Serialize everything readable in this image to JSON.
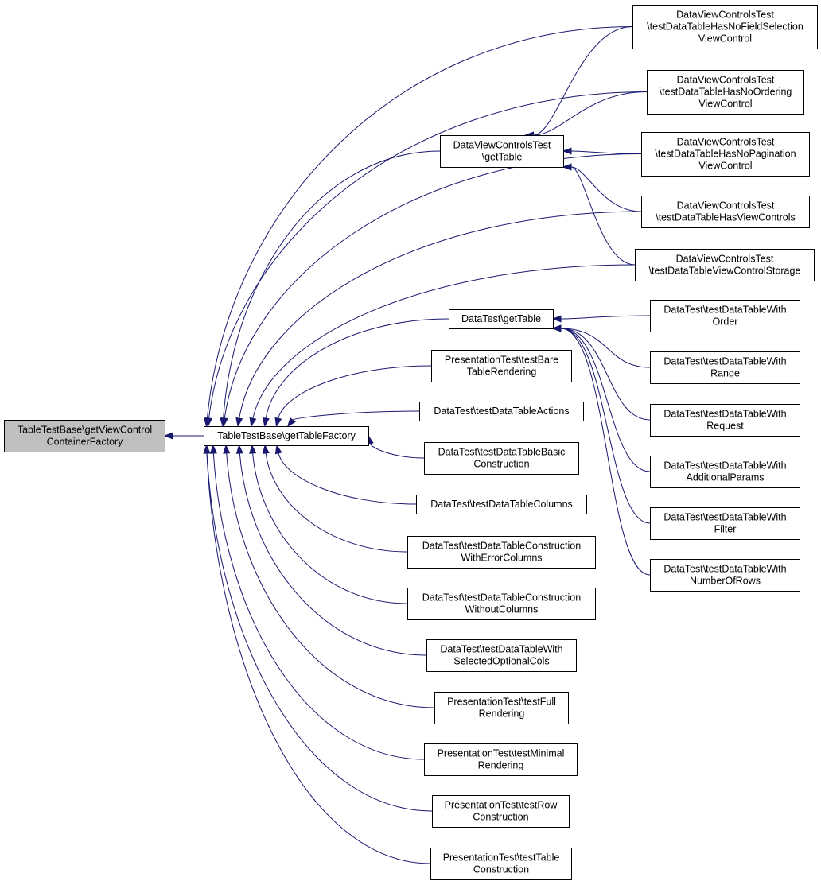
{
  "graph": {
    "root": {
      "id": "root",
      "lines": [
        "TableTestBase\\getViewControl",
        "ContainerFactory"
      ]
    },
    "nodes": [
      {
        "id": "factory",
        "lines": [
          "TableTestBase\\getTableFactory"
        ]
      },
      {
        "id": "dvc_gettable",
        "lines": [
          "DataViewControlsTest",
          "\\getTable"
        ]
      },
      {
        "id": "dt_gettable",
        "lines": [
          "DataTest\\getTable"
        ]
      },
      {
        "id": "dvc_nofield",
        "lines": [
          "DataViewControlsTest",
          "\\testDataTableHasNoFieldSelection",
          "ViewControl"
        ]
      },
      {
        "id": "dvc_noordering",
        "lines": [
          "DataViewControlsTest",
          "\\testDataTableHasNoOrdering",
          "ViewControl"
        ]
      },
      {
        "id": "dvc_nopagination",
        "lines": [
          "DataViewControlsTest",
          "\\testDataTableHasNoPagination",
          "ViewControl"
        ]
      },
      {
        "id": "dvc_hasviewcontrols",
        "lines": [
          "DataViewControlsTest",
          "\\testDataTableHasViewControls"
        ]
      },
      {
        "id": "dvc_storage",
        "lines": [
          "DataViewControlsTest",
          "\\testDataTableViewControlStorage"
        ]
      },
      {
        "id": "dt_order",
        "lines": [
          "DataTest\\testDataTableWith",
          "Order"
        ]
      },
      {
        "id": "dt_range",
        "lines": [
          "DataTest\\testDataTableWith",
          "Range"
        ]
      },
      {
        "id": "dt_request",
        "lines": [
          "DataTest\\testDataTableWith",
          "Request"
        ]
      },
      {
        "id": "dt_additional",
        "lines": [
          "DataTest\\testDataTableWith",
          "AdditionalParams"
        ]
      },
      {
        "id": "dt_filter",
        "lines": [
          "DataTest\\testDataTableWith",
          "Filter"
        ]
      },
      {
        "id": "dt_numrows",
        "lines": [
          "DataTest\\testDataTableWith",
          "NumberOfRows"
        ]
      },
      {
        "id": "pt_bare",
        "lines": [
          "PresentationTest\\testBare",
          "TableRendering"
        ]
      },
      {
        "id": "dt_actions",
        "lines": [
          "DataTest\\testDataTableActions"
        ]
      },
      {
        "id": "dt_basic",
        "lines": [
          "DataTest\\testDataTableBasic",
          "Construction"
        ]
      },
      {
        "id": "dt_columns",
        "lines": [
          "DataTest\\testDataTableColumns"
        ]
      },
      {
        "id": "dt_errorcols",
        "lines": [
          "DataTest\\testDataTableConstruction",
          "WithErrorColumns"
        ]
      },
      {
        "id": "dt_withoutcols",
        "lines": [
          "DataTest\\testDataTableConstruction",
          "WithoutColumns"
        ]
      },
      {
        "id": "dt_selected",
        "lines": [
          "DataTest\\testDataTableWith",
          "SelectedOptionalCols"
        ]
      },
      {
        "id": "pt_full",
        "lines": [
          "PresentationTest\\testFull",
          "Rendering"
        ]
      },
      {
        "id": "pt_minimal",
        "lines": [
          "PresentationTest\\testMinimal",
          "Rendering"
        ]
      },
      {
        "id": "pt_row",
        "lines": [
          "PresentationTest\\testRow",
          "Construction"
        ]
      },
      {
        "id": "pt_table",
        "lines": [
          "PresentationTest\\testTable",
          "Construction"
        ]
      }
    ],
    "edges": [
      {
        "from": "factory",
        "to": "root"
      },
      {
        "from": "dvc_gettable",
        "to": "factory"
      },
      {
        "from": "dt_gettable",
        "to": "factory"
      },
      {
        "from": "dvc_nofield",
        "to": "factory"
      },
      {
        "from": "dvc_noordering",
        "to": "factory"
      },
      {
        "from": "dvc_nopagination",
        "to": "factory"
      },
      {
        "from": "dvc_hasviewcontrols",
        "to": "factory"
      },
      {
        "from": "dvc_storage",
        "to": "factory"
      },
      {
        "from": "pt_bare",
        "to": "factory"
      },
      {
        "from": "dt_actions",
        "to": "factory"
      },
      {
        "from": "dt_basic",
        "to": "factory"
      },
      {
        "from": "dt_columns",
        "to": "factory"
      },
      {
        "from": "dt_errorcols",
        "to": "factory"
      },
      {
        "from": "dt_withoutcols",
        "to": "factory"
      },
      {
        "from": "dt_selected",
        "to": "factory"
      },
      {
        "from": "pt_full",
        "to": "factory"
      },
      {
        "from": "pt_minimal",
        "to": "factory"
      },
      {
        "from": "pt_row",
        "to": "factory"
      },
      {
        "from": "pt_table",
        "to": "factory"
      },
      {
        "from": "dvc_nofield",
        "to": "dvc_gettable"
      },
      {
        "from": "dvc_noordering",
        "to": "dvc_gettable"
      },
      {
        "from": "dvc_nopagination",
        "to": "dvc_gettable"
      },
      {
        "from": "dvc_hasviewcontrols",
        "to": "dvc_gettable"
      },
      {
        "from": "dvc_storage",
        "to": "dvc_gettable"
      },
      {
        "from": "dt_order",
        "to": "dt_gettable"
      },
      {
        "from": "dt_range",
        "to": "dt_gettable"
      },
      {
        "from": "dt_request",
        "to": "dt_gettable"
      },
      {
        "from": "dt_additional",
        "to": "dt_gettable"
      },
      {
        "from": "dt_filter",
        "to": "dt_gettable"
      },
      {
        "from": "dt_numrows",
        "to": "dt_gettable"
      }
    ]
  },
  "colors": {
    "edge": "#191970",
    "highlight_fill": "#bfbfbf",
    "node_fill": "#ffffff",
    "node_border": "#000000"
  }
}
